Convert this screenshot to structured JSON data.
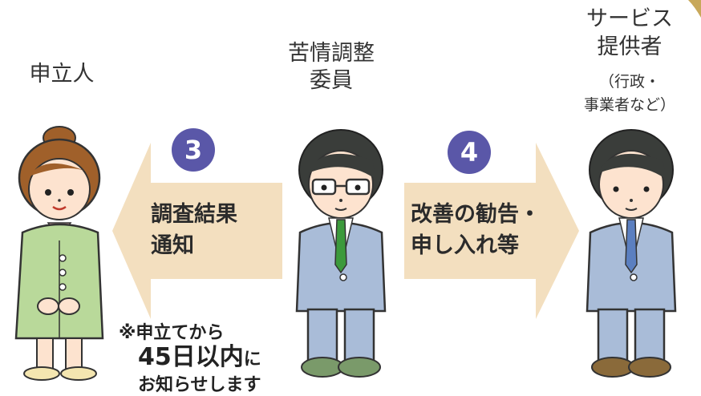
{
  "applicant": {
    "label": "申立人"
  },
  "mediator": {
    "label_line1": "苦情調整",
    "label_line2": "委員"
  },
  "provider": {
    "label_line1": "サービス",
    "label_line2": "提供者",
    "sub_line1": "（行政・",
    "sub_line2": "事業者など）"
  },
  "steps": [
    {
      "number": "3",
      "text_line1": "調査結果",
      "text_line2": "通知"
    },
    {
      "number": "4",
      "text_line1": "改善の勧告・",
      "text_line2": "申し入れ等"
    }
  ],
  "note": {
    "line1": "※申立てから",
    "line2_emph": "45日以内",
    "line2_rest": "に",
    "line3": "お知らせします"
  },
  "colors": {
    "arrow": "#f3dfbf",
    "step_badge": "#5a57a8",
    "applicant_suit": "#b9d99a",
    "male_suit": "#a9bcd8",
    "mediator_tie": "#3c9a3c",
    "provider_tie": "#5b7fc0",
    "hair": "#3a3d3a",
    "applicant_hair": "#a0602a"
  }
}
